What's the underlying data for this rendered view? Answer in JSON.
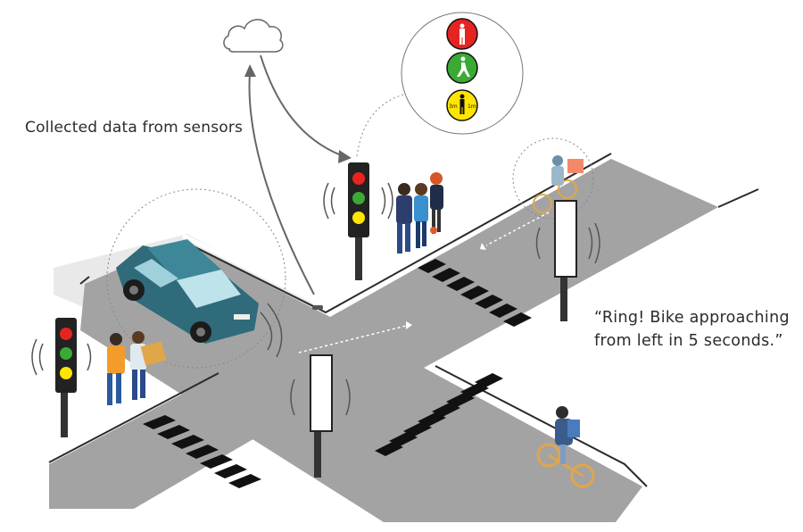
{
  "caption": "Collected data from sensors",
  "bike_message": {
    "line1": "“Ring! Bike approaching",
    "line2": "from left in 5 seconds.”"
  },
  "pedestrian_signal": {
    "red": "stop-pedestrian-icon",
    "green": "walk-pedestrian-icon",
    "yellow": "distance-pedestrian-icon",
    "yellow_left_label": "3m",
    "yellow_right_label": "1m"
  },
  "colors": {
    "road": "#9e9e9e",
    "sidewalk": "#e6e6e6",
    "car": "#2f6b7a",
    "signal_red": "#e52421",
    "signal_green": "#3aaa35",
    "signal_yellow": "#ffe600"
  }
}
